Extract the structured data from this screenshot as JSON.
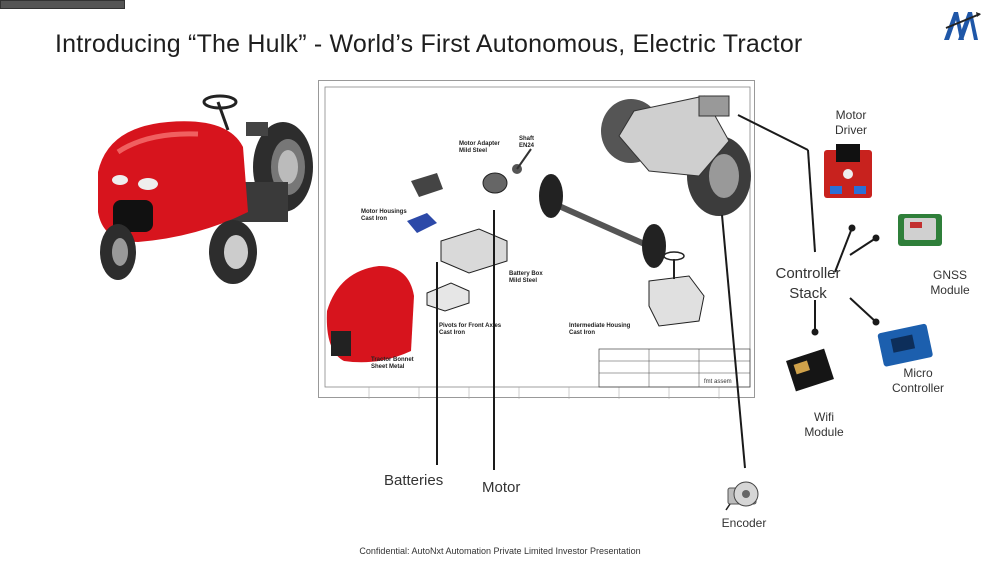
{
  "slide": {
    "title": "Introducing “The Hulk” - World’s First Autonomous, Electric Tractor",
    "footer": "Confidential: AutoNxt Automation Private Limited Investor Presentation"
  },
  "drawing": {
    "parts": [
      "Motor Adapter",
      "Mild Steel",
      "Shaft",
      "EN24",
      "Motor Housings",
      "Cast Iron",
      "Battery Box",
      "Mild Steel",
      "Pivots for Front Axles",
      "Cast Iron",
      "Intermediate Housing",
      "Cast Iron",
      "Tractor Bonnet",
      "Sheet Metal"
    ],
    "title_block_label": "fmt assem"
  },
  "callouts": {
    "batteries": "Batteries",
    "motor": "Motor",
    "encoder": "Encoder",
    "controller_stack": [
      "Controller",
      "Stack"
    ],
    "motor_driver": [
      "Motor",
      "Driver"
    ],
    "gnss": [
      "GNSS",
      "Module"
    ],
    "micro": [
      "Micro",
      "Controller"
    ],
    "wifi": [
      "Wifi",
      "Module"
    ]
  },
  "colors": {
    "tractor_red": "#d7141d",
    "line": "#1a1a1a",
    "logo_blue": "#1f57a8"
  }
}
